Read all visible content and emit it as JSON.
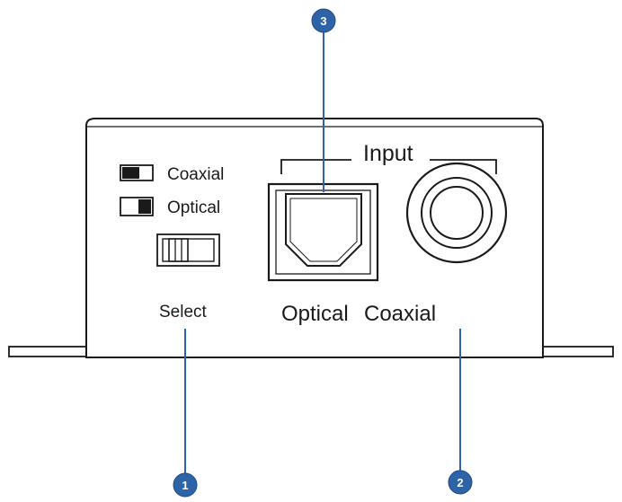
{
  "labels": {
    "coaxial_mode": "Coaxial",
    "optical_mode": "Optical",
    "select": "Select",
    "input": "Input",
    "optical_port": "Optical",
    "coaxial_port": "Coaxial"
  },
  "callouts": [
    {
      "number": "1"
    },
    {
      "number": "2"
    },
    {
      "number": "3"
    }
  ],
  "colors": {
    "callout": "#2f63a8",
    "outline": "#1a1a1a"
  }
}
